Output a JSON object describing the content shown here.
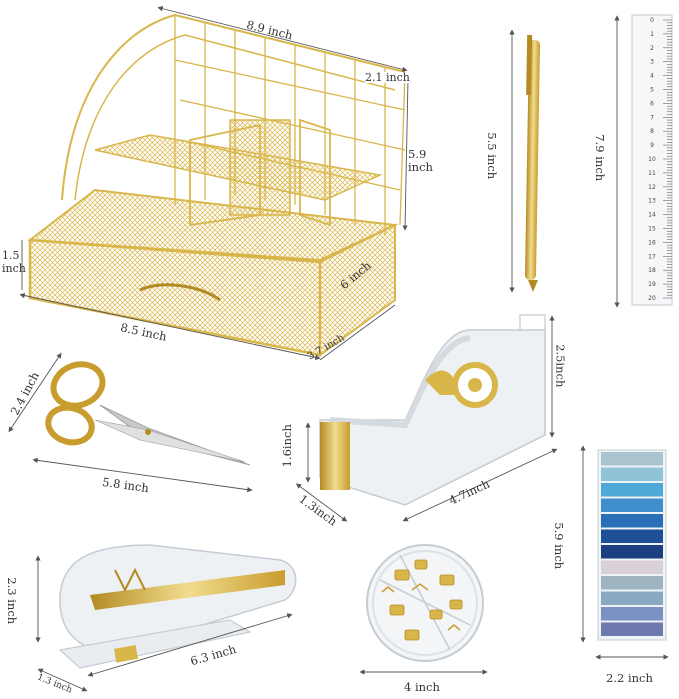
{
  "colors": {
    "gold": "#d9b64a",
    "gold_light": "#f1dc8e",
    "gold_dark": "#b48a22",
    "acrylic": "#e9edf1",
    "acrylic_edge": "#c5ccd3",
    "silver": "#c9c9c9",
    "dim_line": "#555555"
  },
  "items": [
    {
      "icon": "desk-organizer-icon",
      "dims": {
        "width": "8.9 inch",
        "depth": "2.1 inch",
        "height": "5.9 inch",
        "drawer_height": "1.5 inch",
        "drawer_width": "8.5 inch",
        "drawer_depth": "3.7 inch",
        "side": "6 inch"
      }
    },
    {
      "icon": "pen-icon",
      "dims": {
        "length": "5.5 inch"
      }
    },
    {
      "icon": "ruler-icon",
      "dims": {
        "length": "7.9 inch"
      }
    },
    {
      "icon": "scissors-icon",
      "dims": {
        "height": "2.4 inch",
        "length": "5.8 inch"
      }
    },
    {
      "icon": "tape-dispenser-icon",
      "dims": {
        "height": "2.5inch",
        "front_height": "1.6inch",
        "depth": "1.3inch",
        "length": "4.7inch"
      }
    },
    {
      "icon": "sticky-tabs-icon",
      "dims": {
        "height": "5.9 inch",
        "width": "2.2 inch"
      }
    },
    {
      "icon": "stapler-icon",
      "dims": {
        "height": "2.3 inch",
        "length": "6.3 inch",
        "depth": "1.3 inch"
      }
    },
    {
      "icon": "binder-clips-case-icon",
      "dims": {
        "diameter": "4 inch"
      }
    }
  ],
  "tab_colors": [
    "#a9c4cf",
    "#8fc3d8",
    "#4ea8d8",
    "#3f8fd0",
    "#2a6fb8",
    "#1f4f96",
    "#1c3f7e",
    "#d8d0d6",
    "#9fb4c1",
    "#8aa8c4",
    "#7b91c4",
    "#6e79b2"
  ],
  "ruler_numbers": [
    "0",
    "1",
    "2",
    "3",
    "4",
    "5",
    "6",
    "7",
    "8",
    "9",
    "10",
    "11",
    "12",
    "13",
    "14",
    "15",
    "16",
    "17",
    "18",
    "19",
    "20"
  ]
}
